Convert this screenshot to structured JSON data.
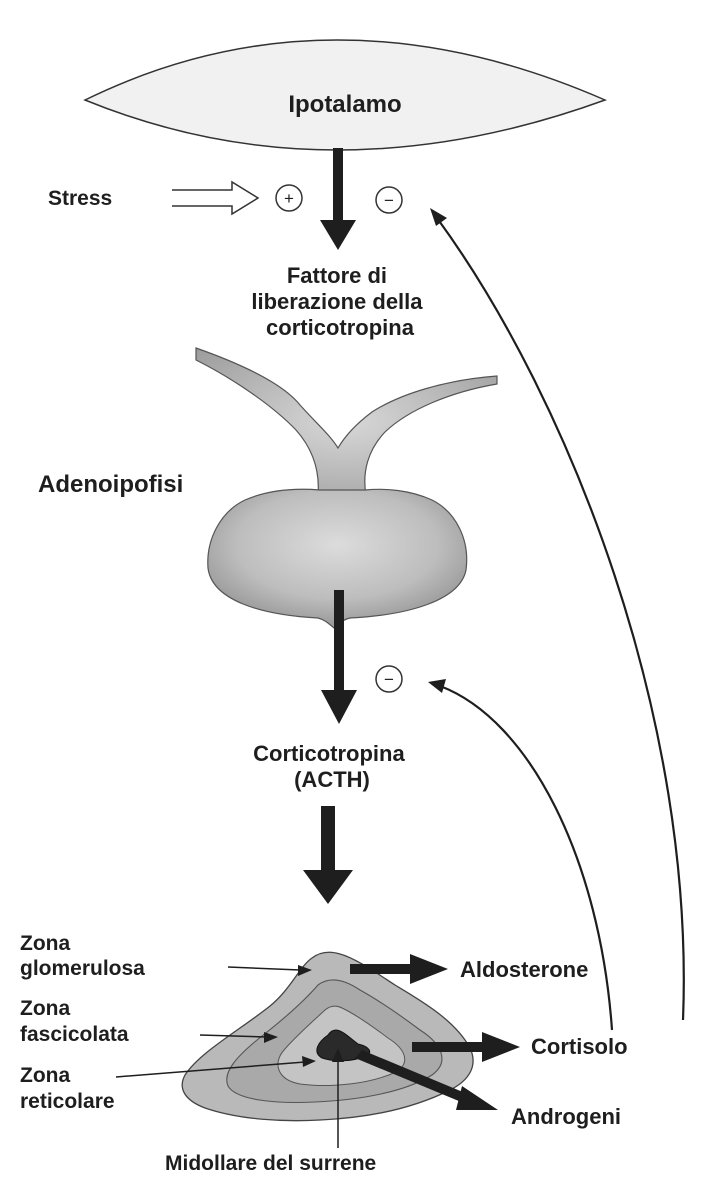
{
  "hypothalamus": {
    "label": "Ipotalamo"
  },
  "stress": {
    "label": "Stress",
    "plus_sign": "+",
    "minus_sign": "−"
  },
  "crh": {
    "lines": [
      "Fattore di",
      "liberazione della",
      "corticotropina"
    ]
  },
  "pituitary": {
    "label": "Adenoipofisi",
    "minus_sign": "−"
  },
  "acth": {
    "lines": [
      "Corticotropina",
      "(ACTH)"
    ]
  },
  "adrenal": {
    "zona_glomerulosa": [
      "Zona",
      "glomerulosa"
    ],
    "zona_fascicolata": [
      "Zona",
      "fascicolata"
    ],
    "zona_reticolare": [
      "Zona",
      "reticolare"
    ],
    "medulla": "Midollare del surrene"
  },
  "products": {
    "aldosterone": "Aldosterone",
    "cortisol": "Cortisolo",
    "androgens": "Androgeni"
  },
  "colors": {
    "ink": "#1e1e1e",
    "gland_fill": "#b9b9b9",
    "hypothalamus_fill": "#f1f1f1"
  }
}
